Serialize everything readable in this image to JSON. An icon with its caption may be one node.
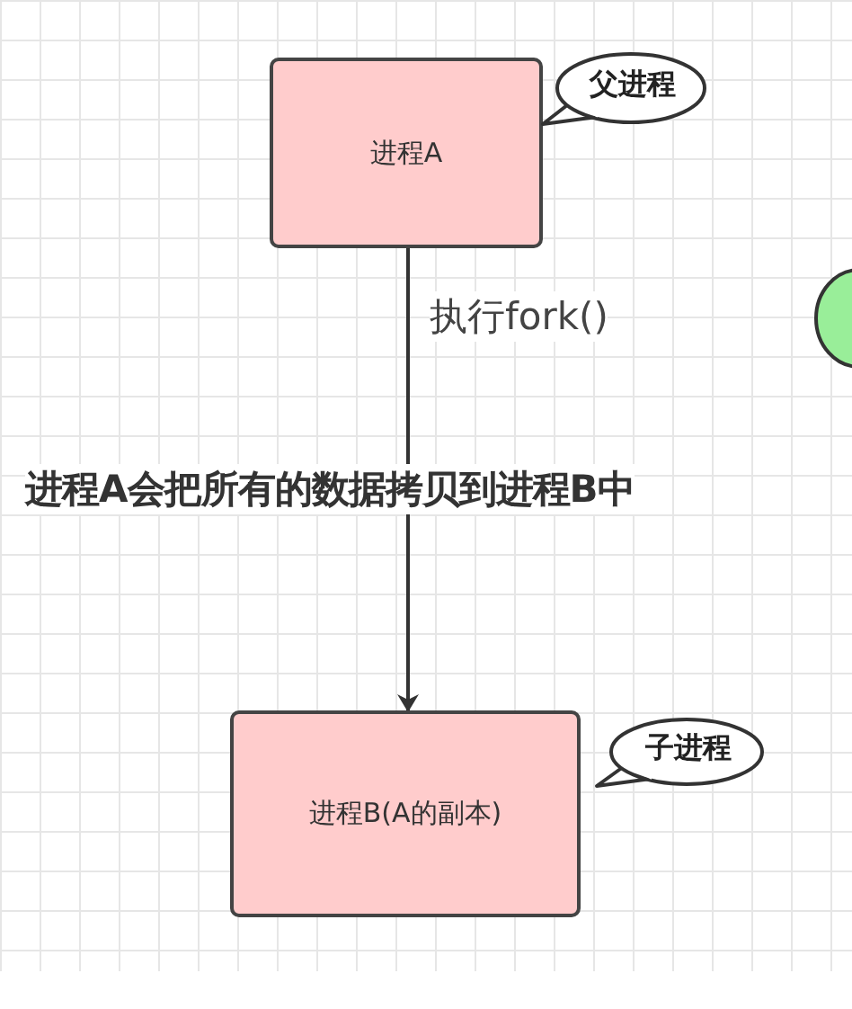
{
  "diagram": {
    "nodes": [
      {
        "text": [
          "进程A"
        ]
      },
      {
        "text": [
          "父进程"
        ]
      },
      {
        "text": [],
        "shape": "circle"
      },
      {
        "text": [
          "进程B(A的副本)"
        ]
      },
      {
        "text": [
          "子进程"
        ]
      }
    ],
    "edges": [
      {
        "from": 0,
        "to": 3,
        "arrow": "to",
        "label": "执行fork()"
      }
    ],
    "labels": [
      "进程A会把所有的数据拷贝到进程B中"
    ]
  }
}
